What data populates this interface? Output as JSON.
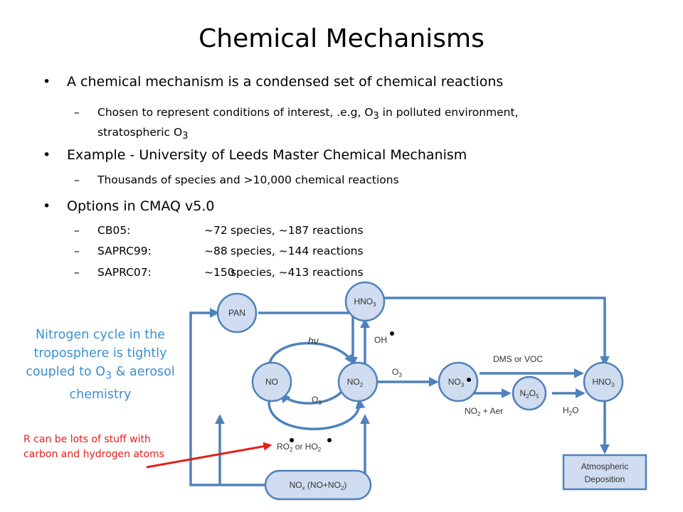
{
  "title": "Chemical Mechanisms",
  "bullets": {
    "b1": "A chemical mechanism is a condensed set of chemical reactions",
    "b1_sub_a": "Chosen to represent conditions of interest, .e.g, O",
    "b1_sub_sub": "3",
    "b1_sub_b": " in polluted environment,",
    "b1_sub_line2": "stratospheric O",
    "b1_sub_line2_sub": "3",
    "b2": "Example - University of Leeds Master Chemical Mechanism",
    "b2_sub": "Thousands of species and >10,000 chemical reactions",
    "b3": "Options in CMAQ v5.0",
    "b3_rows": [
      {
        "name": "CB05:",
        "approx": "~72",
        "rest": "species, ~187 reactions"
      },
      {
        "name": "SAPRC99:",
        "approx": "~88",
        "rest": "species, ~144 reactions"
      },
      {
        "name": "SAPRC07:",
        "approx": "~150",
        "rest": "species, ~413 reactions"
      }
    ]
  },
  "note_nitrogen": {
    "line1": "Nitrogen cycle in the",
    "line2": "troposphere is tightly",
    "line3a": "coupled to O",
    "line3sub": "3",
    "line3b": " &  aerosol",
    "line4": "chemistry"
  },
  "note_r": "R can be lots of stuff with carbon and hydrogen atoms",
  "bullet_symbol": "•",
  "dash_symbol": "–",
  "diagram": {
    "colors": {
      "fill": "#d0dcef",
      "stroke": "#4f81bd",
      "text": "#333333",
      "red": "#e0201b"
    },
    "pan": "PAN",
    "no": "NO",
    "no2": {
      "base": "NO",
      "sub": "2"
    },
    "hno3_top": {
      "base": "HNO",
      "sub": "3"
    },
    "no3": {
      "base": "NO",
      "sub": "3"
    },
    "n2o5": {
      "a": "N",
      "s1": "2",
      "b": "O",
      "s2": "5"
    },
    "hno3_right": {
      "base": "HNO",
      "sub": "3"
    },
    "nox": {
      "a": "NO",
      "s1": "x",
      "b": " (NO+NO",
      "s2": "2",
      "c": ")"
    },
    "deposition": {
      "line1": "Atmospheric",
      "line2": "Deposition"
    },
    "hv": "hν",
    "o3_left": {
      "base": "O",
      "sub": "3"
    },
    "o3_mid": {
      "base": "O",
      "sub": "3"
    },
    "oh": "OH",
    "dms": "DMS or VOC",
    "h2o": {
      "a": "H",
      "s": "2",
      "b": "O"
    },
    "no2_aer": {
      "a": "NO",
      "s": "2",
      "b": " + Aer"
    },
    "ro2": {
      "a": "RO",
      "s1": "2",
      "b": " or HO",
      "s2": "2"
    }
  }
}
